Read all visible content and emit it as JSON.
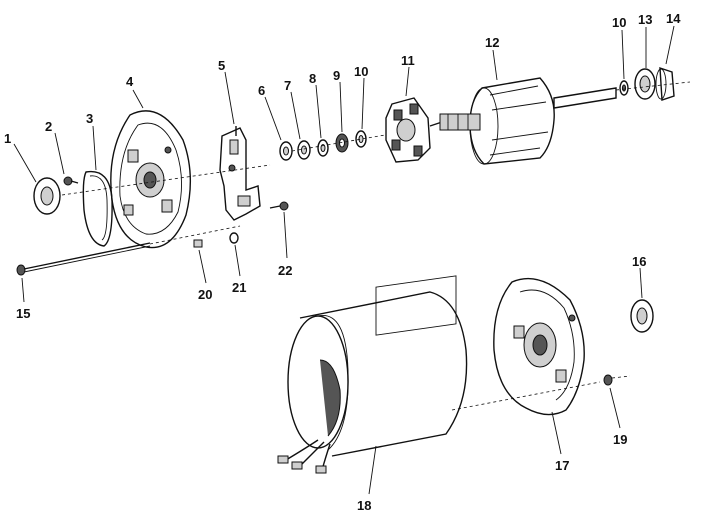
{
  "diagram": {
    "parts": [
      {
        "id": "part-1",
        "label": "1"
      },
      {
        "id": "part-2",
        "label": "2"
      },
      {
        "id": "part-3",
        "label": "3"
      },
      {
        "id": "part-4",
        "label": "4"
      },
      {
        "id": "part-5",
        "label": "5"
      },
      {
        "id": "part-6",
        "label": "6"
      },
      {
        "id": "part-7",
        "label": "7"
      },
      {
        "id": "part-8",
        "label": "8"
      },
      {
        "id": "part-9",
        "label": "9"
      },
      {
        "id": "part-10a",
        "label": "10"
      },
      {
        "id": "part-11",
        "label": "11"
      },
      {
        "id": "part-12",
        "label": "12"
      },
      {
        "id": "part-10b",
        "label": "10"
      },
      {
        "id": "part-13",
        "label": "13"
      },
      {
        "id": "part-14",
        "label": "14"
      },
      {
        "id": "part-15",
        "label": "15"
      },
      {
        "id": "part-16",
        "label": "16"
      },
      {
        "id": "part-17",
        "label": "17"
      },
      {
        "id": "part-18",
        "label": "18"
      },
      {
        "id": "part-19",
        "label": "19"
      },
      {
        "id": "part-20",
        "label": "20"
      },
      {
        "id": "part-21",
        "label": "21"
      },
      {
        "id": "part-22",
        "label": "22"
      }
    ]
  }
}
